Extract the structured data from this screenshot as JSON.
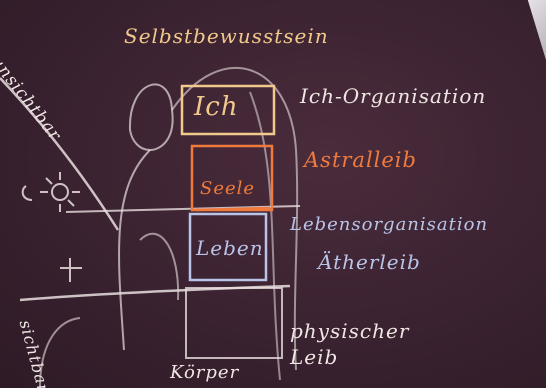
{
  "labels": {
    "selbstbewusstsein": "Selbstbewusstsein",
    "ich": "Ich",
    "ich_organisation": "Ich-Organisation",
    "astralleib": "Astralleib",
    "seele": "Seele",
    "lebensorganisation": "Lebensorganisation",
    "leben": "Leben",
    "aetherleib": "Ätherleib",
    "physischer_leib": "physischer Leib",
    "unsichtbar": "unsichtbar",
    "sichtbar": "sichtbar",
    "koerper": "Körper"
  },
  "colors": {
    "board": "#3a2230",
    "chalk_white": "#efe6e4",
    "chalk_yellow": "#f2c98c",
    "chalk_orange": "#f07a3c",
    "chalk_blue": "#b9c4e8"
  }
}
